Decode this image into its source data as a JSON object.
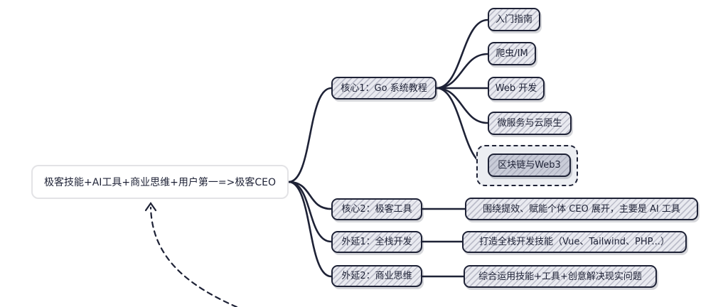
{
  "mindmap": {
    "root": {
      "label": "极客技能+AI工具+商业思维+用户第一=>极客CEO"
    },
    "branches": [
      {
        "label": "核心1：Go 系统教程",
        "children": [
          "入门指南",
          "爬虫/IM",
          "Web 开发",
          "微服务与云原生",
          "区块链与Web3"
        ]
      },
      {
        "label": "核心2：极客工具",
        "children": [
          "围绕提效、赋能个体 CEO 展开，主要是 AI 工具"
        ]
      },
      {
        "label": "外延1：全栈开发",
        "children": [
          "打造全栈开发技能（Vue、Tailwind、PHP...）"
        ]
      },
      {
        "label": "外延2：商业思维",
        "children": [
          "综合运用技能+工具+创意解决现实问题"
        ]
      }
    ],
    "selected_node": "区块链与Web3"
  },
  "colors": {
    "stroke": "#1e2236",
    "node_fill": "#e9eaf0",
    "hatch": "#9698aa",
    "root_border": "#e3e3e6",
    "background": "#ffffff"
  }
}
